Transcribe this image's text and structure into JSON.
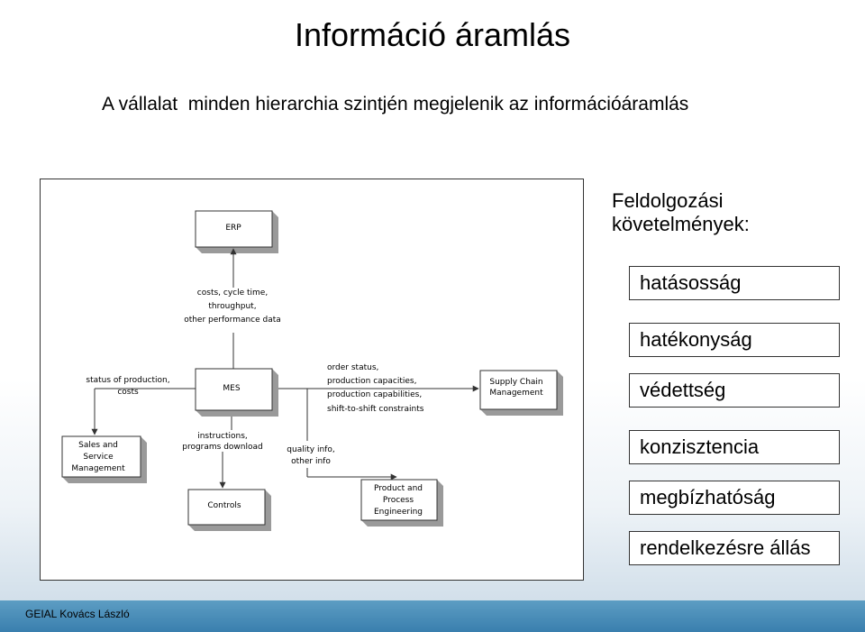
{
  "title": "Információ áramlás",
  "subtitle": "A vállalat  minden hierarchia szintjén megjelenik az információáramlás",
  "diagram": {
    "nodes": {
      "erp": "ERP",
      "mes": "MES",
      "scm": [
        "Supply Chain",
        "Management"
      ],
      "ssm": [
        "Sales and",
        "Service",
        "Management"
      ],
      "controls": "Controls",
      "ppe": [
        "Product and",
        "Process",
        "Engineering"
      ]
    },
    "labels": {
      "costs": [
        "costs, cycle time,",
        "throughput,",
        "other performance data"
      ],
      "status": [
        "status of production,",
        "costs"
      ],
      "order": [
        "order status,",
        "production capacities,",
        "production capabilities,",
        "shift-to-shift constraints"
      ],
      "instructions": [
        "instructions,",
        "programs download"
      ],
      "quality": [
        "quality info,",
        "other info"
      ]
    }
  },
  "requirements": {
    "title_lines": [
      "Feldolgozási",
      "követelmények:"
    ],
    "items": [
      "hatásosság",
      "hatékonyság",
      "védettség",
      "konzisztencia",
      "megbízhatóság",
      "rendelkezésre állás"
    ]
  },
  "footer": "GEIAL Kovács László"
}
